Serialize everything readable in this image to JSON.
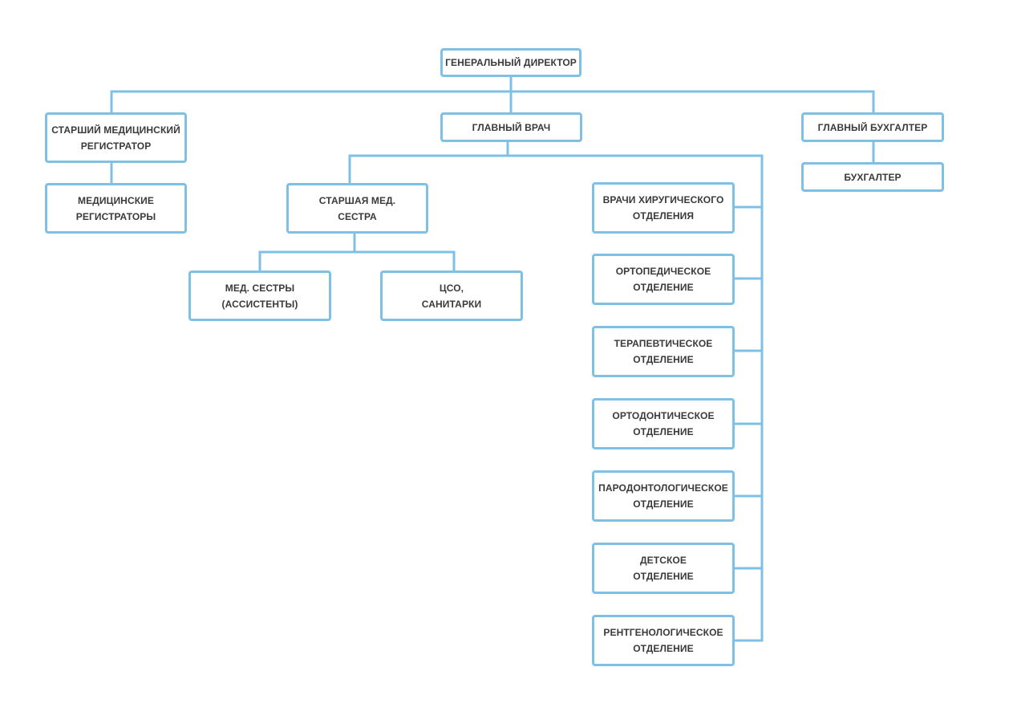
{
  "colors": {
    "connector": "#7fc0e5",
    "box_border": "#7fc0e5",
    "text": "#3a3a3a",
    "background": "#ffffff"
  },
  "nodes": {
    "general_director": "ГЕНЕРАЛЬНЫЙ ДИРЕКТОР",
    "senior_registrar": "СТАРШИЙ МЕДИЦИНСКИЙ\nРЕГИСТРАТОР",
    "chief_doctor": "ГЛАВНЫЙ ВРАЧ",
    "chief_accountant": "ГЛАВНЫЙ БУХГАЛТЕР",
    "medical_registrars": "МЕДИЦИНСКИЕ\nРЕГИСТРАТОРЫ",
    "accountant": "БУХГАЛТЕР",
    "senior_nurse": "СТАРШАЯ МЕД.\nСЕСТРА",
    "nurses_assistants": "МЕД. СЕСТРЫ\n(АССИСТЕНТЫ)",
    "cso_orderlies": "ЦСО,\nСАНИТАРКИ",
    "surgical_doctors": "ВРАЧИ ХИРУГИЧЕСКОГО\nОТДЕЛЕНИЯ",
    "orthopedic_dept": "ОРТОПЕДИЧЕСКОЕ\nОТДЕЛЕНИЕ",
    "therapeutic_dept": "ТЕРАПЕВТИЧЕСКОЕ\nОТДЕЛЕНИЕ",
    "orthodontic_dept": "ОРТОДОНТИЧЕСКОЕ\nОТДЕЛЕНИЕ",
    "periodontology_dept": "ПАРОДОНТОЛОГИЧЕСКОЕ\nОТДЕЛЕНИЕ",
    "children_dept": "ДЕТСКОЕ\nОТДЕЛЕНИЕ",
    "radiology_dept": "РЕНТГЕНОЛОГИЧЕСКОЕ\nОТДЕЛЕНИЕ"
  }
}
